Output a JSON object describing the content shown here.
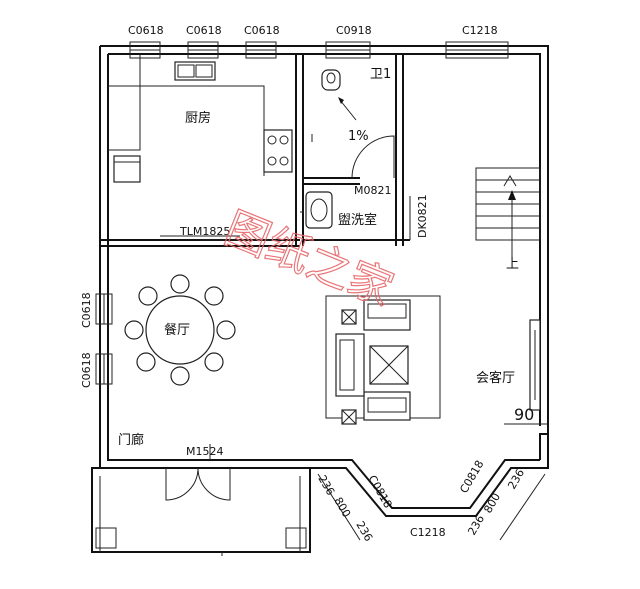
{
  "windows": {
    "top": [
      "C0618",
      "C0618",
      "C0618",
      "C0918",
      "C1218"
    ],
    "left": [
      "C0618",
      "C0618"
    ],
    "bay_left": "C0818",
    "bay_right": "C0818",
    "bay_front": "C1218"
  },
  "doors": {
    "kitchen": "TLM1825",
    "bath": "M0821",
    "entrance": "M1524",
    "opening": "DK0821"
  },
  "rooms": {
    "kitchen": "厨房",
    "bathroom": "卫1",
    "wash": "盥洗室",
    "dining": "餐厅",
    "living": "会客厅",
    "foyer": "门廊"
  },
  "annotations": {
    "slope": "1%",
    "stair_up": "上",
    "step": "90"
  },
  "dims": {
    "left": [
      "236",
      "800",
      "236"
    ],
    "right": [
      "236",
      "800",
      "236"
    ]
  },
  "watermark": "图纸之家"
}
